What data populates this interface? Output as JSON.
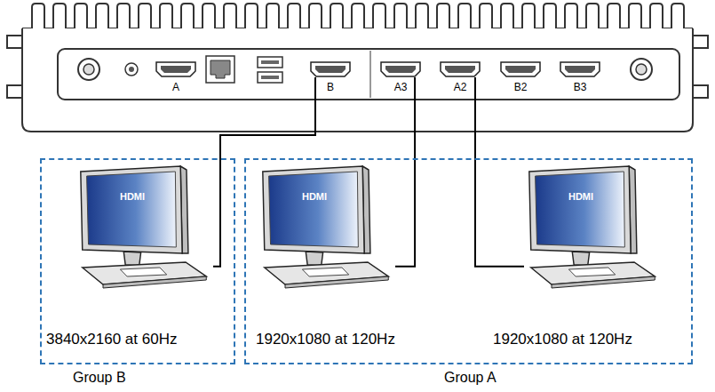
{
  "diagram": {
    "nodes": [
      {
        "text": [
          "A"
        ]
      },
      {
        "text": [
          "B"
        ]
      },
      {
        "text": [
          "A3"
        ]
      },
      {
        "text": [
          "A2"
        ]
      },
      {
        "text": [
          "B2"
        ]
      },
      {
        "text": [
          "B3"
        ]
      },
      {
        "text": [
          "Group B"
        ]
      },
      {
        "text": [
          "Group A"
        ]
      },
      {
        "text": [
          "HDMI"
        ],
        "in": 6
      },
      {
        "text": [
          "HDMI"
        ],
        "in": 7
      },
      {
        "text": [
          "HDMI"
        ],
        "in": 7
      }
    ],
    "edges": [
      {
        "from": 1,
        "to": 8,
        "arrow": "none"
      },
      {
        "from": 2,
        "to": 9,
        "arrow": "none"
      },
      {
        "from": 3,
        "to": 10,
        "arrow": "none"
      }
    ],
    "labels": [
      "3840x2160 at 60Hz",
      "1920x1080 at 120Hz",
      "1920x1080 at 120Hz"
    ]
  }
}
